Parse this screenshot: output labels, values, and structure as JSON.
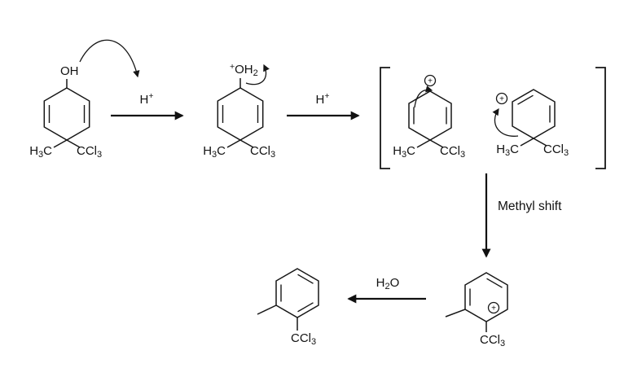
{
  "diagram": {
    "type": "organic-reaction-mechanism",
    "labels": {
      "oh": "OH",
      "oh2_plus": [
        "+",
        "OH",
        "2"
      ],
      "h_plus": [
        "H",
        "+"
      ],
      "h2o": [
        "H",
        "2",
        "O"
      ],
      "h3c": [
        "H",
        "3",
        "C"
      ],
      "ccl3": [
        "CCl",
        "3"
      ],
      "methyl_shift": "Methyl shift",
      "plus_charge": "+"
    },
    "colors": {
      "ink": "#161616",
      "background": "#ffffff"
    }
  }
}
